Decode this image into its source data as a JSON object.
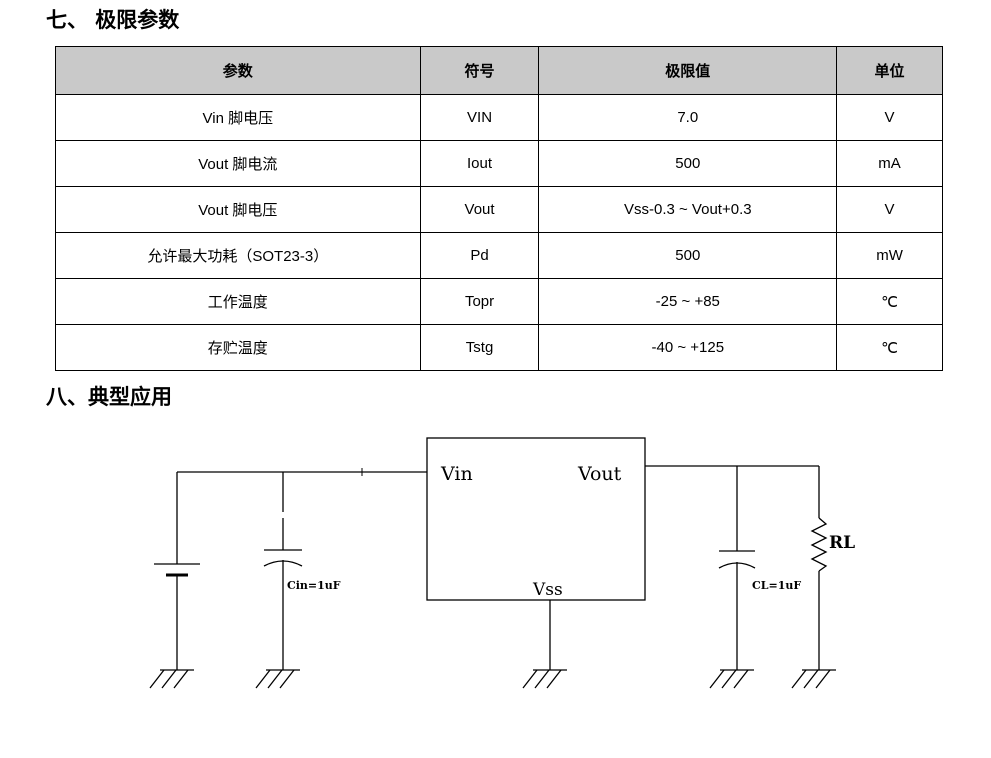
{
  "section7": {
    "title": "七、  极限参数"
  },
  "table": {
    "headers": [
      "参数",
      "符号",
      "极限值",
      "单位"
    ],
    "rows": [
      [
        "Vin 脚电压",
        "VIN",
        "7.0",
        "V"
      ],
      [
        "Vout 脚电流",
        "Iout",
        "500",
        "mA"
      ],
      [
        "Vout 脚电压",
        "Vout",
        "Vss-0.3 ~ Vout+0.3",
        "V"
      ],
      [
        "允许最大功耗（SOT23-3）",
        "Pd",
        "500",
        "mW"
      ],
      [
        "工作温度",
        "Topr",
        "-25 ~ +85",
        "℃"
      ],
      [
        "存贮温度",
        "Tstg",
        "-40 ~ +125",
        "℃"
      ]
    ]
  },
  "section8": {
    "title": "八、典型应用"
  },
  "circuit": {
    "vin_label": "Vin",
    "vout_label": "Vout",
    "vss_label": "Vss",
    "cin_label": "Cin=1uF",
    "cl_label": "CL=1uF",
    "rl_label": "RL"
  }
}
